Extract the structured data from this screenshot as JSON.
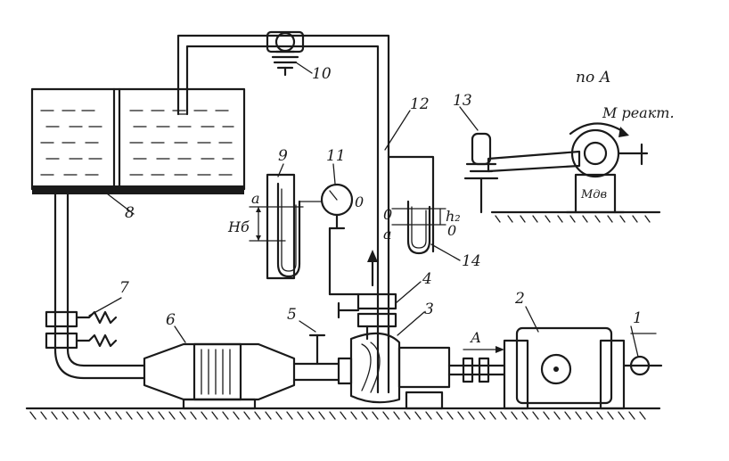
{
  "diagram": {
    "callouts": {
      "c1": "1",
      "c2": "2",
      "c3": "3",
      "c4": "4",
      "c5": "5",
      "c6": "6",
      "c7": "7",
      "c8": "8",
      "c9": "9",
      "c10": "10",
      "c11": "11",
      "c12": "12",
      "c13": "13",
      "c14": "14"
    },
    "view_label": "по А",
    "flow_arrow_label": "А",
    "moment_label": "М реакт.",
    "moment_bottom_label": "Мдв",
    "level_labels": {
      "hb": "Нб",
      "h2": "h₂",
      "a": "а",
      "o_left": "0",
      "o_mid": "0",
      "o_right": "0",
      "a_mid": "а"
    }
  }
}
